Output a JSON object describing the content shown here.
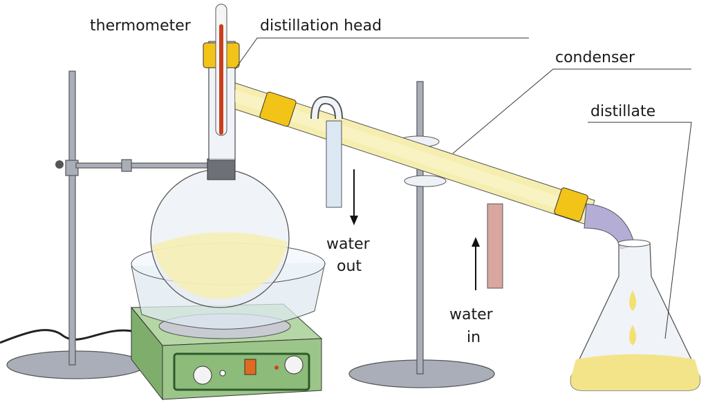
{
  "title": "Distillation apparatus",
  "labels": {
    "thermometer": "thermometer",
    "distillation_head": "distillation head",
    "condenser": "condenser",
    "distillate": "distillate",
    "water_out": [
      "water",
      "out"
    ],
    "water_in": [
      "water",
      "in"
    ]
  },
  "colors": {
    "cap": "#f2c418",
    "liquid": "#f6eeb0",
    "hotplate": "#9cc58a",
    "water_out_tube": "#dbe8f4",
    "water_in_tube": "#d9a6a0",
    "adapter": "#b4aed6",
    "thermometer_fluid": "#c8401e"
  }
}
